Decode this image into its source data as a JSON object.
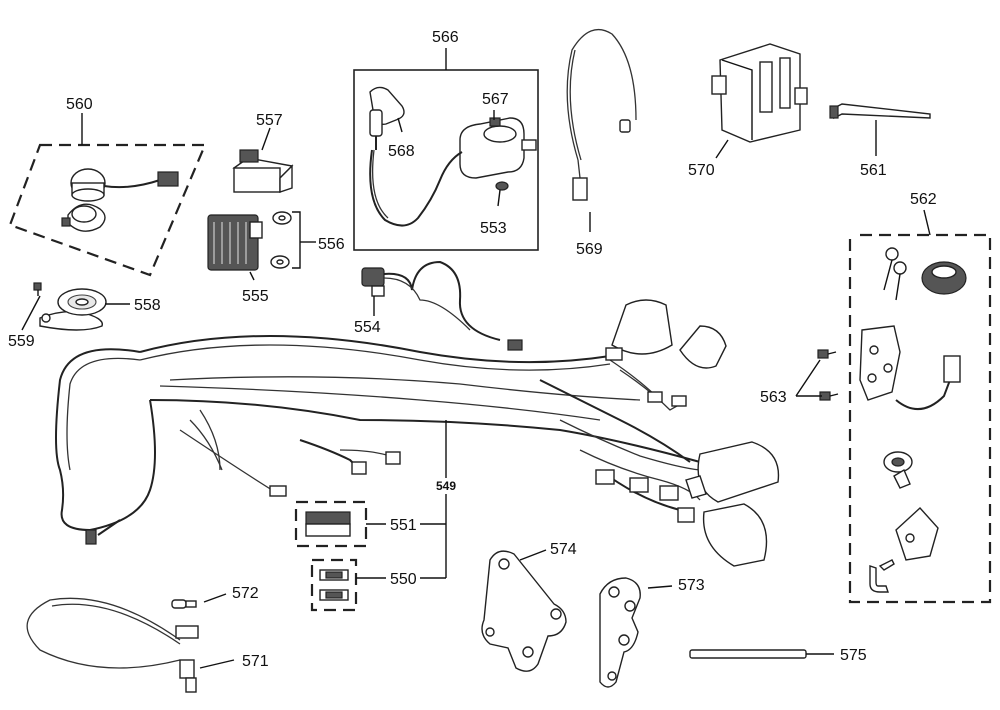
{
  "callouts": {
    "p549": "549",
    "p550": "550",
    "p551": "551",
    "p553": "553",
    "p554": "554",
    "p555": "555",
    "p556": "556",
    "p557": "557",
    "p558": "558",
    "p559": "559",
    "p560": "560",
    "p561": "561",
    "p562": "562",
    "p563": "563",
    "p566": "566",
    "p567": "567",
    "p568": "568",
    "p569": "569",
    "p570": "570",
    "p571": "571",
    "p572": "572",
    "p573": "573",
    "p574": "574",
    "p575": "575"
  }
}
